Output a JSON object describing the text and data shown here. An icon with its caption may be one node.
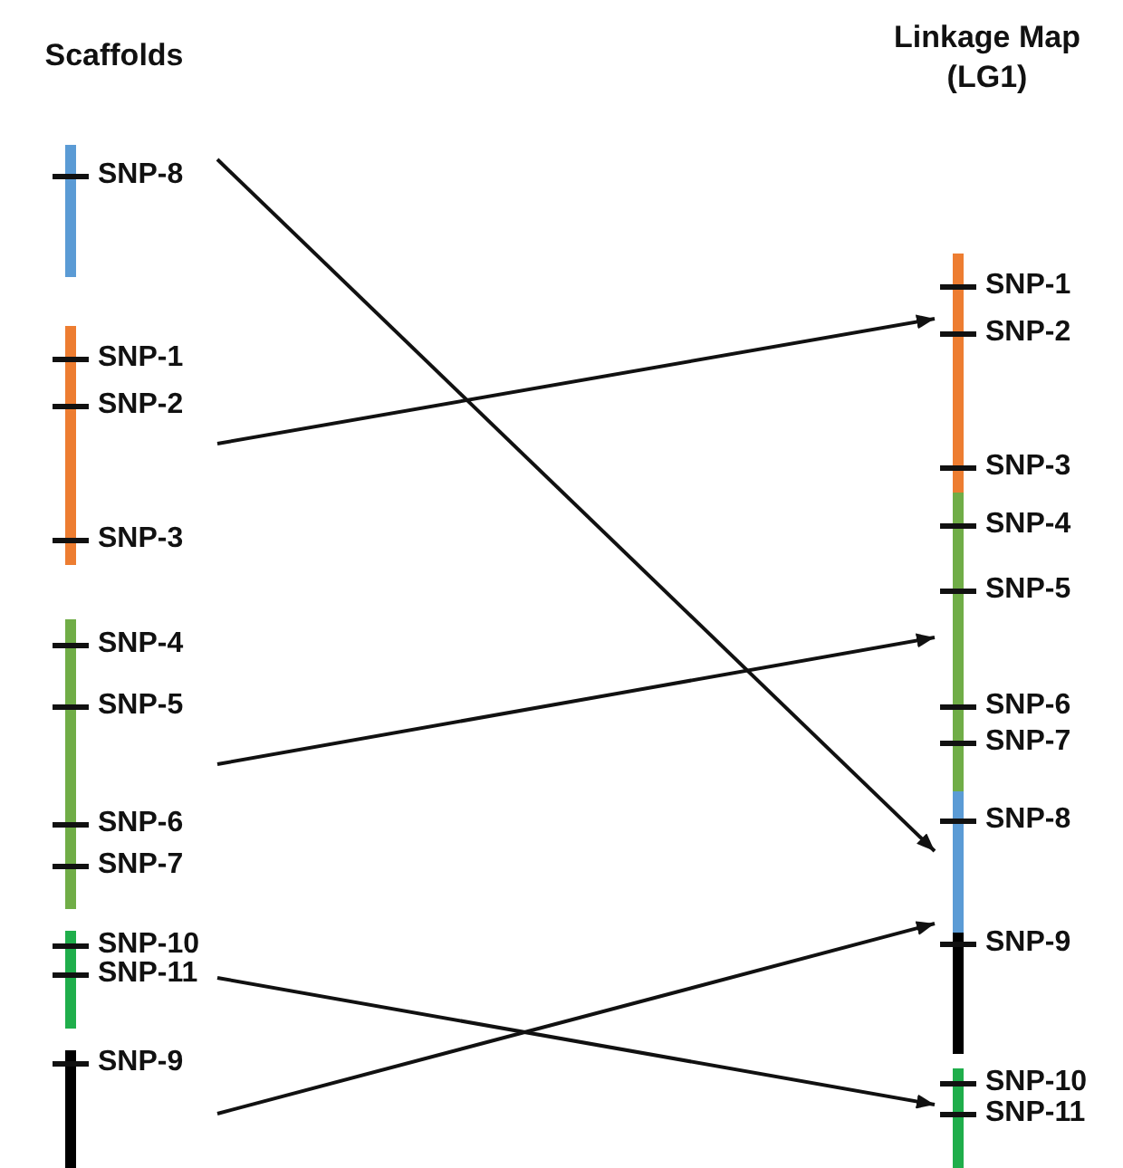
{
  "diagram": {
    "nodes": [
      {
        "text": [],
        "shape": "bar",
        "beside": [
          "SNP-8"
        ]
      },
      {
        "text": [],
        "shape": "bar",
        "beside": [
          "SNP-1",
          "SNP-2",
          "SNP-3"
        ]
      },
      {
        "text": [],
        "shape": "bar",
        "beside": [
          "SNP-4",
          "SNP-5",
          "SNP-6",
          "SNP-7"
        ]
      },
      {
        "text": [],
        "shape": "bar",
        "beside": [
          "SNP-10",
          "SNP-11"
        ]
      },
      {
        "text": [],
        "shape": "bar",
        "beside": [
          "SNP-9"
        ]
      },
      {
        "text": [],
        "shape": "bar",
        "beside": [
          "SNP-1",
          "SNP-2",
          "SNP-3"
        ]
      },
      {
        "text": [],
        "shape": "bar",
        "beside": [
          "SNP-4",
          "SNP-5",
          "SNP-6",
          "SNP-7"
        ]
      },
      {
        "text": [],
        "shape": "bar",
        "beside": [
          "SNP-8"
        ]
      },
      {
        "text": [],
        "shape": "bar",
        "beside": [
          "SNP-9"
        ]
      },
      {
        "text": [],
        "shape": "bar",
        "beside": [
          "SNP-10",
          "SNP-11"
        ]
      }
    ],
    "edges": [
      {
        "from": 0,
        "to": 7,
        "arrow": "to"
      },
      {
        "from": 1,
        "to": 5,
        "arrow": "to"
      },
      {
        "from": 2,
        "to": 6,
        "arrow": "to"
      },
      {
        "from": 3,
        "to": 9,
        "arrow": "to"
      },
      {
        "from": 4,
        "to": 8,
        "arrow": "to"
      }
    ],
    "labels": [
      "Scaffolds",
      "Linkage Map (LG1)"
    ]
  }
}
